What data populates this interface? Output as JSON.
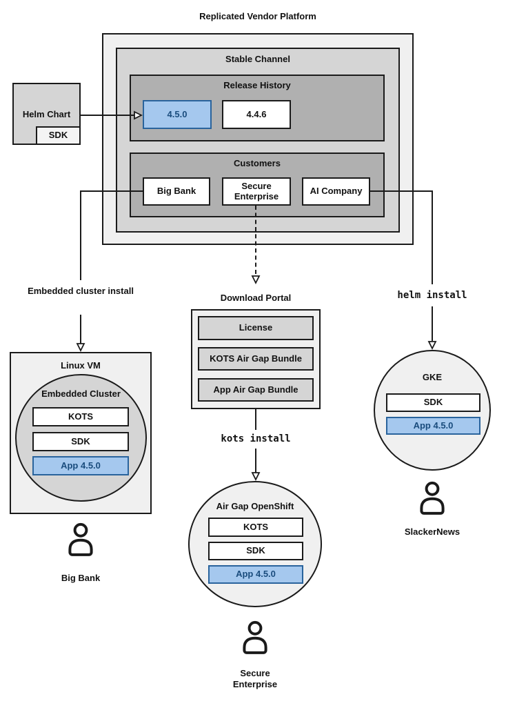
{
  "title": "Replicated Vendor Platform",
  "colors": {
    "blue_fill": "#a5c8ee",
    "blue_stroke": "#29639c",
    "blue_text": "#1a4c7d",
    "gray_light": "#f0f0f0",
    "gray_mid": "#d5d5d5",
    "gray_dark": "#b0b0b0"
  },
  "platform": {
    "stable_channel": {
      "label": "Stable Channel",
      "release_history": {
        "label": "Release History",
        "releases": [
          {
            "version": "4.5.0",
            "highlighted": true
          },
          {
            "version": "4.4.6",
            "highlighted": false
          }
        ]
      },
      "customers": {
        "label": "Customers",
        "items": [
          "Big Bank",
          "Secure Enterprise",
          "AI Company"
        ]
      }
    }
  },
  "helm_chart": {
    "label": "Helm Chart",
    "sdk": "SDK"
  },
  "install_methods": {
    "embedded": "Embedded cluster install",
    "kots": "kots install",
    "helm": "helm install"
  },
  "download_portal": {
    "title": "Download Portal",
    "items": [
      "License",
      "KOTS Air Gap Bundle",
      "App Air Gap Bundle"
    ]
  },
  "deployments": {
    "linux_vm": {
      "label": "Linux VM",
      "cluster": "Embedded Cluster",
      "components": [
        "KOTS",
        "SDK",
        "App 4.5.0"
      ],
      "user": "Big Bank"
    },
    "openshift": {
      "label": "Air Gap OpenShift",
      "components": [
        "KOTS",
        "SDK",
        "App 4.5.0"
      ],
      "user": "Secure Enterprise"
    },
    "gke": {
      "label": "GKE",
      "components": [
        "SDK",
        "App 4.5.0"
      ],
      "user": "SlackerNews"
    }
  }
}
